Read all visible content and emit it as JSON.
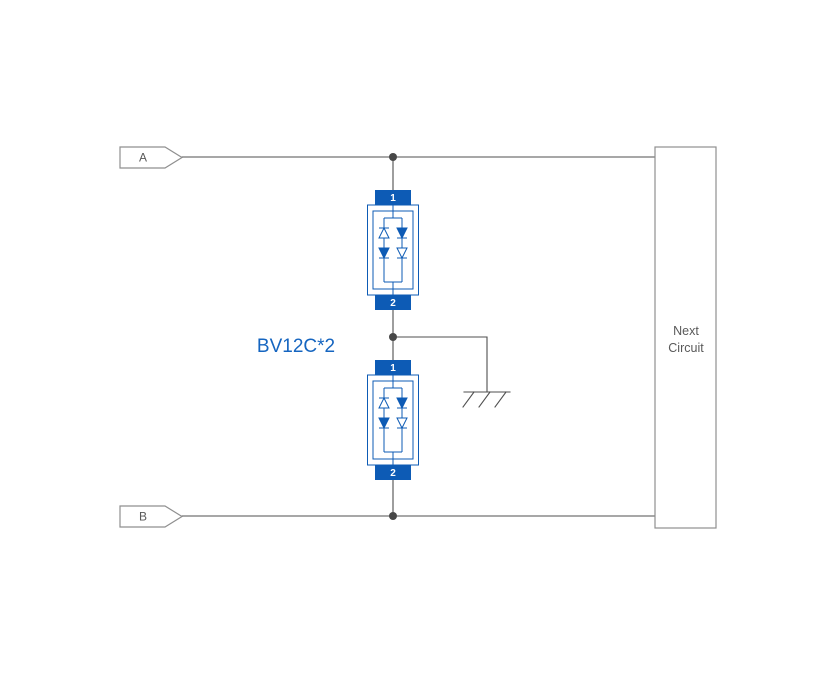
{
  "diagram": {
    "label_a": "A",
    "label_b": "B",
    "component_label": "BV12C*2",
    "next_circuit": {
      "line1": "Next",
      "line2": "Circuit"
    },
    "tvs1": {
      "pin_top": "1",
      "pin_bottom": "2"
    },
    "tvs2": {
      "pin_top": "1",
      "pin_bottom": "2"
    },
    "colors": {
      "component_blue": "#0d5bb5",
      "label_blue": "#1565c0",
      "wire": "#4f4f4f",
      "junction": "#474747",
      "border_gray": "#8f8f8f",
      "text_gray": "#595959"
    }
  }
}
